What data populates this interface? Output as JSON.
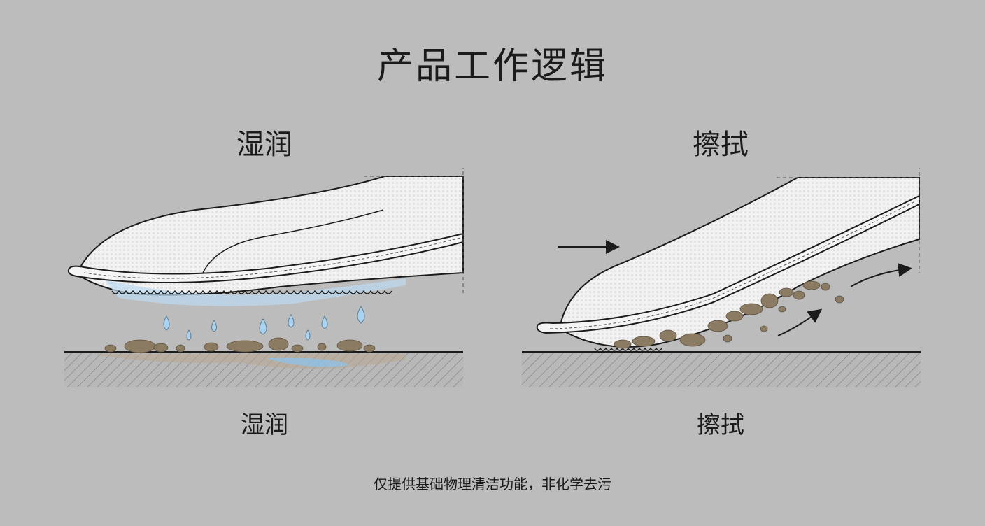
{
  "title": "产品工作逻辑",
  "panels": [
    {
      "heading": "湿润",
      "caption": "湿润"
    },
    {
      "heading": "擦拭",
      "caption": "擦拭"
    }
  ],
  "footnote": "仅提供基础物理清洁功能，非化学去污",
  "colors": {
    "background": "#bcbcbc",
    "fabric": "#f4f4f4",
    "water": "#a9d3f0",
    "dirt": "#8c7b63",
    "line": "#1b1b1b"
  }
}
